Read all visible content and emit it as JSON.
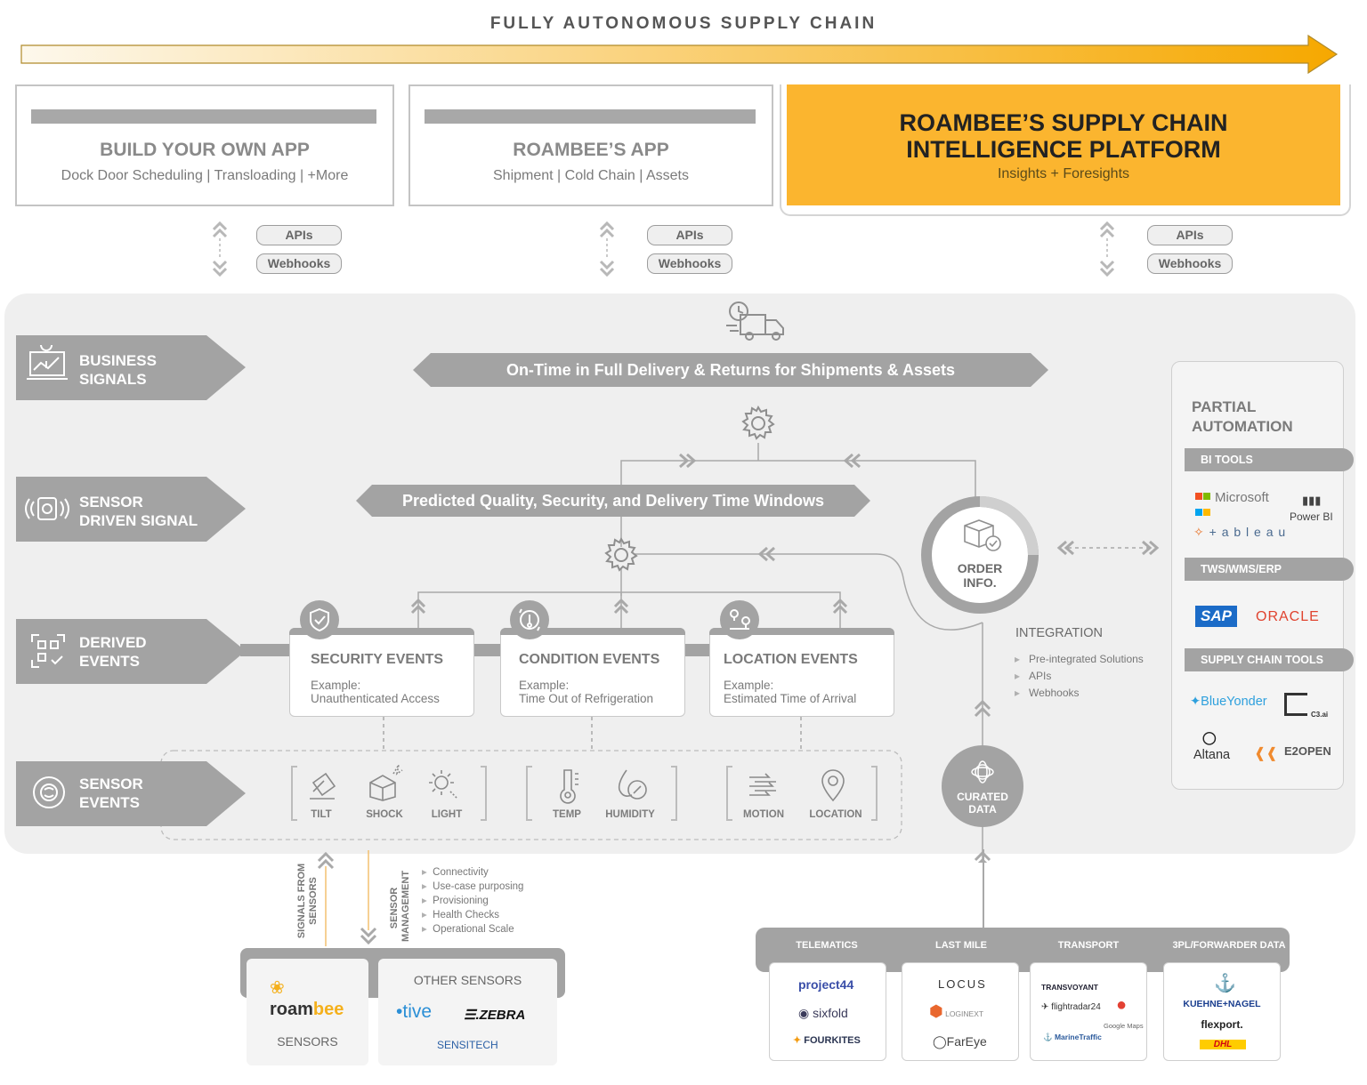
{
  "header": {
    "title": "FULLY AUTONOMOUS SUPPLY CHAIN"
  },
  "apps": [
    {
      "title": "BUILD YOUR OWN APP",
      "subtitle": "Dock Door Scheduling | Transloading | +More"
    },
    {
      "title": "ROAMBEE’S APP",
      "subtitle": "Shipment | Cold Chain | Assets"
    }
  ],
  "platform": {
    "title_line1": "ROAMBEE’S SUPPLY CHAIN",
    "title_line2": "INTELLIGENCE PLATFORM",
    "subtitle": "Insights + Foresights"
  },
  "connectors": {
    "apis": "APIs",
    "webhooks": "Webhooks"
  },
  "layers": {
    "business": {
      "line1": "BUSINESS",
      "line2": "SIGNALS"
    },
    "sensor_driven": {
      "line1": "SENSOR",
      "line2": "DRIVEN SIGNAL"
    },
    "derived": {
      "line1": "DERIVED",
      "line2": "EVENTS"
    },
    "sensor_events": {
      "line1": "SENSOR",
      "line2": "EVENTS"
    }
  },
  "banners": {
    "business": "On-Time in Full Delivery & Returns for Shipments & Assets",
    "predicted": "Predicted Quality, Security, and Delivery Time Windows"
  },
  "events": [
    {
      "title": "SECURITY EVENTS",
      "example_label": "Example:",
      "example": "Unauthenticated Access"
    },
    {
      "title": "CONDITION EVENTS",
      "example_label": "Example:",
      "example": "Time Out of Refrigeration"
    },
    {
      "title": "LOCATION EVENTS",
      "example_label": "Example:",
      "example": "Estimated Time of Arrival"
    }
  ],
  "sensors": [
    "TILT",
    "SHOCK",
    "LIGHT",
    "TEMP",
    "HUMIDITY",
    "MOTION",
    "LOCATION"
  ],
  "order": {
    "line1": "ORDER",
    "line2": "INFO."
  },
  "integration": {
    "title": "INTEGRATION",
    "items": [
      "Pre-integrated Solutions",
      "APIs",
      "Webhooks"
    ]
  },
  "curated": {
    "line1": "CURATED",
    "line2": "DATA"
  },
  "partial": {
    "title_line1": "PARTIAL",
    "title_line2": "AUTOMATION",
    "bi_tools": "BI TOOLS",
    "tws": "TWS/WMS/ERP",
    "sct": "SUPPLY CHAIN TOOLS",
    "logos": {
      "microsoft": "Microsoft",
      "powerbi": "Power BI",
      "tableau": "+ a b l e a u",
      "sap": "SAP",
      "oracle": "ORACLE",
      "blueyonder": "BlueYonder",
      "c3": "C3.ai",
      "altana": "Altana",
      "e2open": "E2OPEN"
    }
  },
  "bottom_left": {
    "signals": "SIGNALS FROM SENSORS",
    "management": "SENSOR MANAGEMENT",
    "mgmt_items": [
      "Connectivity",
      "Use-case purposing",
      "Provisioning",
      "Health Checks",
      "Operational Scale"
    ],
    "roambee": "roambee",
    "sensors_label": "SENSORS",
    "other_title": "OTHER SENSORS",
    "other_logos": {
      "tive": "tive",
      "zebra": "ZEBRA",
      "sensitech": "SENSITECH"
    }
  },
  "data_sources": {
    "tabs": [
      "TELEMATICS",
      "LAST MILE",
      "TRANSPORT",
      "3PL/FORWARDER DATA"
    ],
    "telematics": [
      "project44",
      "sixfold",
      "FOURKITES"
    ],
    "last_mile": [
      "LOCUS",
      "LOGINEXT",
      "FarEye"
    ],
    "transport": [
      "TRANSVOYANT",
      "flightradar24",
      "Google Maps",
      "MarineTraffic"
    ],
    "forwarder": [
      "KUEHNE+NAGEL",
      "flexport.",
      "DHL"
    ]
  },
  "colors": {
    "accent": "#fbb52f",
    "gray_shape": "#a3a3a3",
    "panel": "#efefef"
  }
}
